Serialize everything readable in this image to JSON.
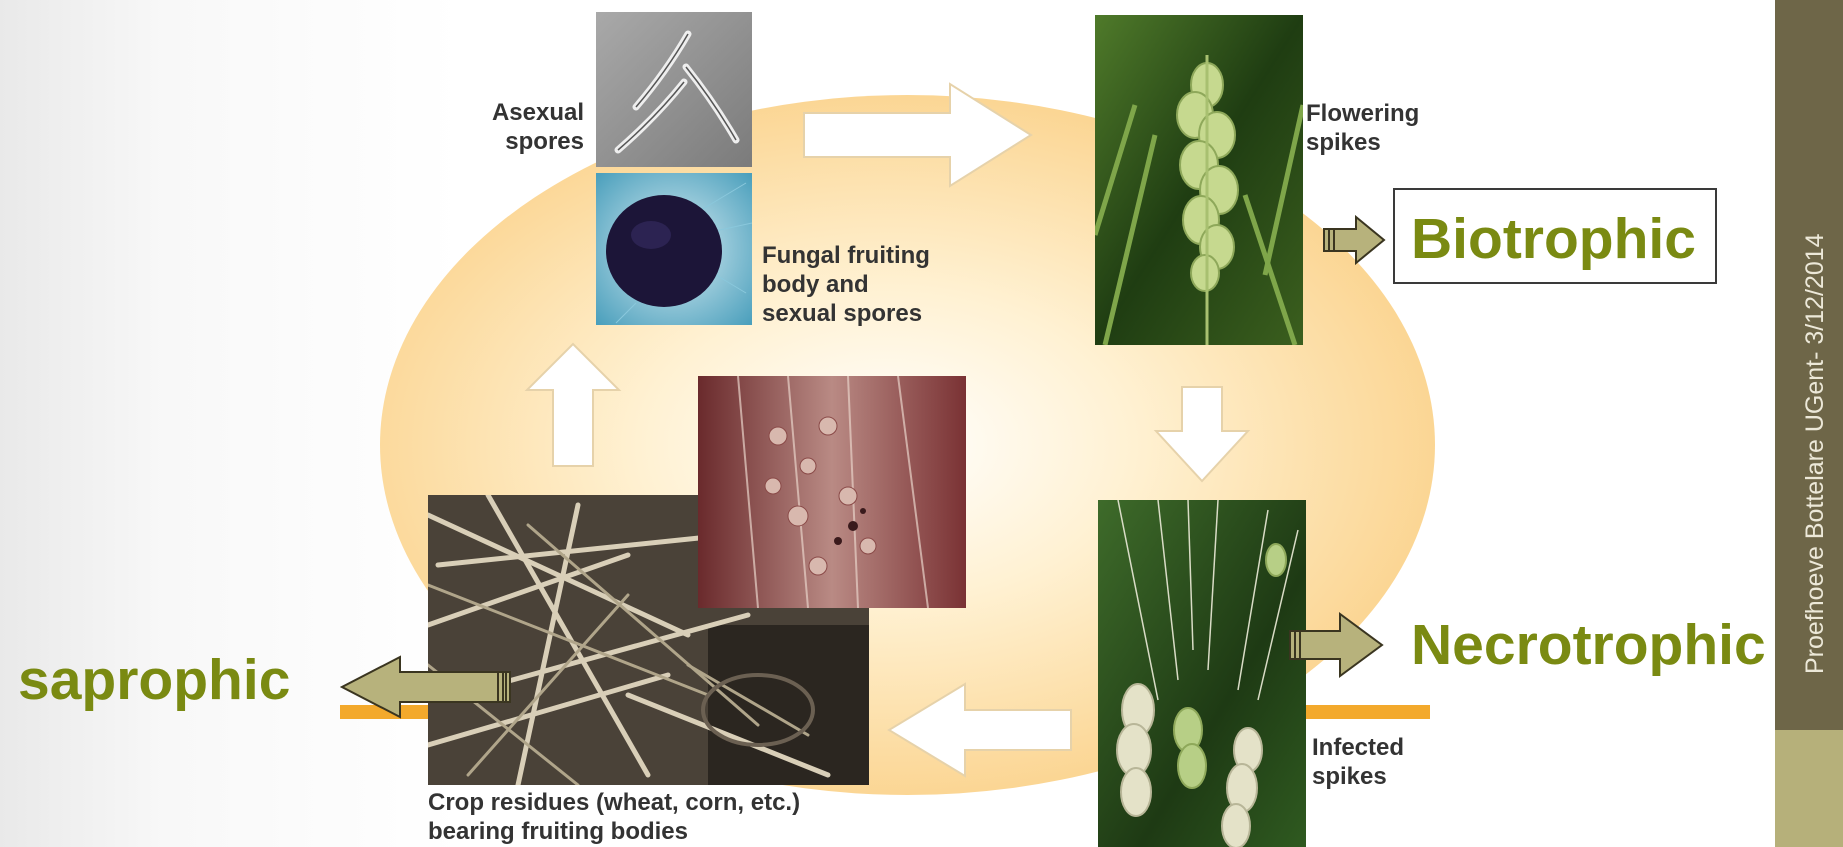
{
  "labels": {
    "asexual_spores": [
      "Asexual",
      "spores"
    ],
    "fungal_fruiting": [
      "Fungal fruiting",
      "body and",
      "sexual spores"
    ],
    "flowering_spikes": [
      "Flowering",
      "spikes"
    ],
    "infected_spikes": [
      "Infected",
      "spikes"
    ],
    "crop_residues": [
      "Crop residues (wheat, corn, etc.)",
      "bearing fruiting bodies"
    ]
  },
  "stages": {
    "biotrophic": "Biotrophic",
    "necrotrophic": "Necrotrophic",
    "saprophic": "saprophic"
  },
  "sidebar": {
    "vertical_text": "Proefhoeve Bottelare UGent- 3/12/2014"
  },
  "colors": {
    "stage_text": "#7a8a12",
    "band": "#f3a92c",
    "pointer_fill": "#b7b27c",
    "sidebar_dark": "#6e6648",
    "sidebar_light": "#b6b07a"
  },
  "icons": {
    "cycle_arrows": "white-block-arrow",
    "stage_pointers": "striped-block-arrow"
  }
}
